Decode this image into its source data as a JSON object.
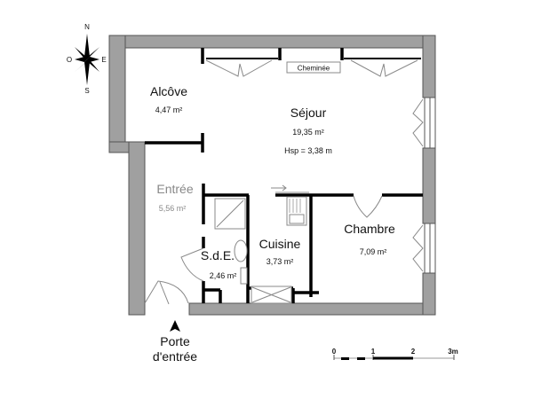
{
  "compass": {
    "north": "N",
    "south": "S",
    "east": "E",
    "west": "O"
  },
  "rooms": {
    "alcove": {
      "name": "Alcôve",
      "area": "4,47 m²"
    },
    "sejour": {
      "name": "Séjour",
      "area": "19,35 m²",
      "height": "Hsp = 3,38 m"
    },
    "entree": {
      "name": "Entrée",
      "area": "5,56 m²"
    },
    "sde": {
      "name": "S.d.E.",
      "area": "2,46 m²"
    },
    "cuisine": {
      "name": "Cuisine",
      "area": "3,73 m²"
    },
    "chambre": {
      "name": "Chambre",
      "area": "7,09 m²"
    }
  },
  "fixtures": {
    "fireplace": "Cheminée"
  },
  "entrance": {
    "line1": "Porte",
    "line2": "d'entrée"
  },
  "scale": {
    "ticks": [
      "0",
      "1",
      "2",
      "3m"
    ]
  },
  "colors": {
    "wall": "#a0a0a0",
    "text": "#111111",
    "faded_text": "#888888"
  }
}
